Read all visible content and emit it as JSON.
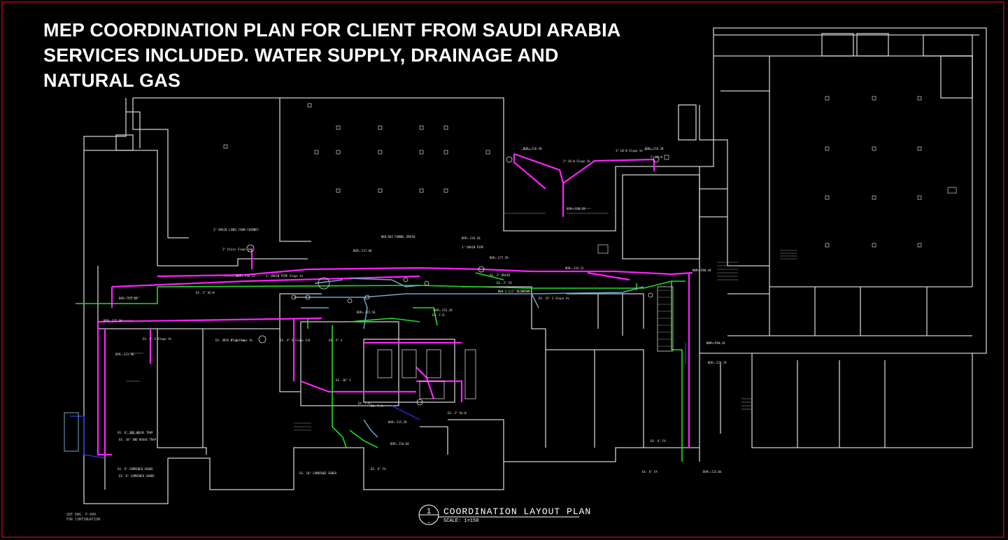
{
  "header": {
    "title_lines": [
      "MEP COORDINATION PLAN FOR CLIENT FROM SAUDI ARABIA",
      "SERVICES INCLUDED. WATER SUPPLY, DRAINAGE AND",
      "NATURAL GAS"
    ]
  },
  "plan_label": {
    "number": "1",
    "sheet": "-",
    "title": "COORDINATION LAYOUT PLAN",
    "scale": "SCALE: 1=150"
  },
  "notes": {
    "see_dwg": "SEE DWG. P-000",
    "for_continuation": "FOR CONTINUATION"
  },
  "annotations": [
    "BOP=-216.48",
    "BOP=-216.38",
    "3\" UG-W Slope 1%",
    "3\" UG-W Slope 1%",
    "2\" UG-W",
    "BOP=-228.28",
    "3\" DRAIN LINES FROM CHIMNEY",
    "2\" Drain Slope 1%",
    "BOP=-216.22",
    "3\" DRAIN PIPE Slope 1%",
    "NEW RO3 FUNNEL DRAIN",
    "BOP=-217.00",
    "BOP=-216.10",
    "3\" DRAIN PIPE",
    "BOP=-224.22",
    "BOP=-216.48",
    "EX. 2\" UG-W",
    "EX. 15\" S Slope 1%",
    "BOP=-215.60",
    "BOP=-222.34",
    "EX. 4\" S Slope 1%",
    "EX. 6\" S Slope 1%",
    "BOP=-223.90",
    "EX. 4\" S Slope 1/8",
    "BOP=-215.56",
    "BOP=-215.28",
    "EX. 4\" S",
    "EX. 10\" S",
    "BOP=-220.78",
    "EX. 6\" 3ND HOUSE TRAP",
    "EX. 10\" 3ND HOUSE TRAP",
    "EX. 4\" FA",
    "EX. 6\" COMBINED SEWER",
    "EX. 6\" COMBINED SEWER",
    "EX. 10\" COMBINED SEWER",
    "EX. 6\" FA",
    "EX. 6\" FA",
    "BOP=-223.84",
    "BOP=-216.84",
    "NEW 1-1/2\" BLOWDOWN",
    "EX. F.D.",
    "EX. F.D.",
    "EX. F.S.",
    "EX. 2\" UG-W",
    "BOP=-215.28",
    "EX. 3\" DRAIN",
    "EX. 2\" FD",
    "BOP=-277.59",
    "EX. 4\" S Slope 1%",
    "BOP=-216.20"
  ],
  "colors": {
    "wall": "#c9c9c9",
    "drain_pipe": "#ff21ff",
    "water_supply": "#22dd22",
    "gas_pipe": "#6fa7c9",
    "sewer": "#3333ff",
    "frame": "#c8102e",
    "text": "#ffffff"
  }
}
